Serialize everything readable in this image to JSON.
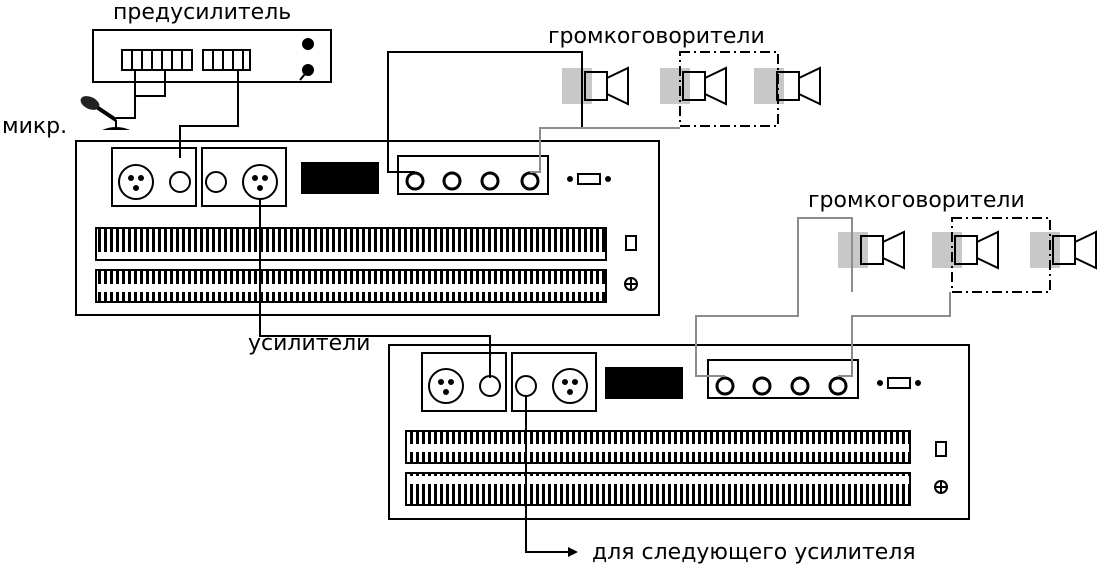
{
  "labels": {
    "preamp": "предусилитель",
    "mic": "микр.",
    "speakers_top": "громкоговорители",
    "speakers_right": "громкоговорители",
    "amplifiers": "усилители",
    "next_amp": "для следующего усилителя"
  },
  "colors": {
    "line": "#000000",
    "wire_gray": "#8c8c8c",
    "speaker_fill": "#c8c8c8"
  }
}
